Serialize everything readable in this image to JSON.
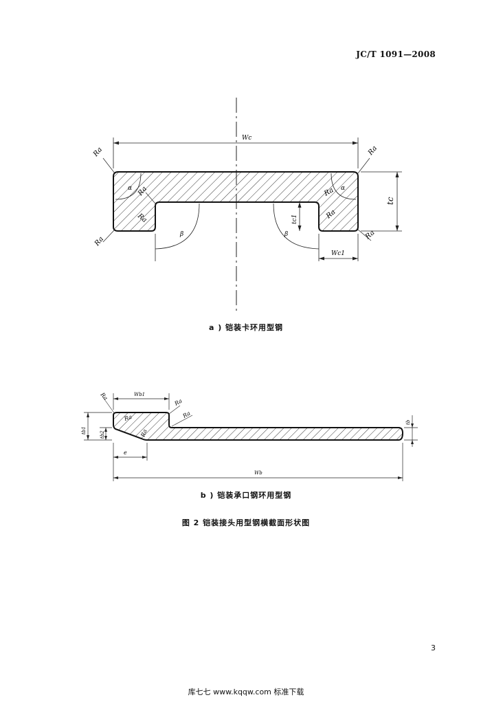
{
  "header": {
    "standard_number": "JC/T 1091—2008"
  },
  "figure_a": {
    "caption": "a ) 铠装卡环用型钢",
    "labels": {
      "wc": "Wc",
      "tc": "tc",
      "tc1": "tc1",
      "wc1": "Wc1",
      "ra": "Ra",
      "alpha": "α",
      "beta": "β"
    }
  },
  "figure_b": {
    "caption": "b ) 铠装承口钢环用型钢",
    "labels": {
      "wb1": "Wb1",
      "wb": "Wb",
      "tb": "tb",
      "tb1": "tb1",
      "tb2": "tb2",
      "e": "e",
      "ra": "Ra"
    }
  },
  "figure_title": "图 2   铠装接头用型钢横截面形状图",
  "page_number": "3",
  "footer": "库七七 www.kqqw.com 标准下载"
}
